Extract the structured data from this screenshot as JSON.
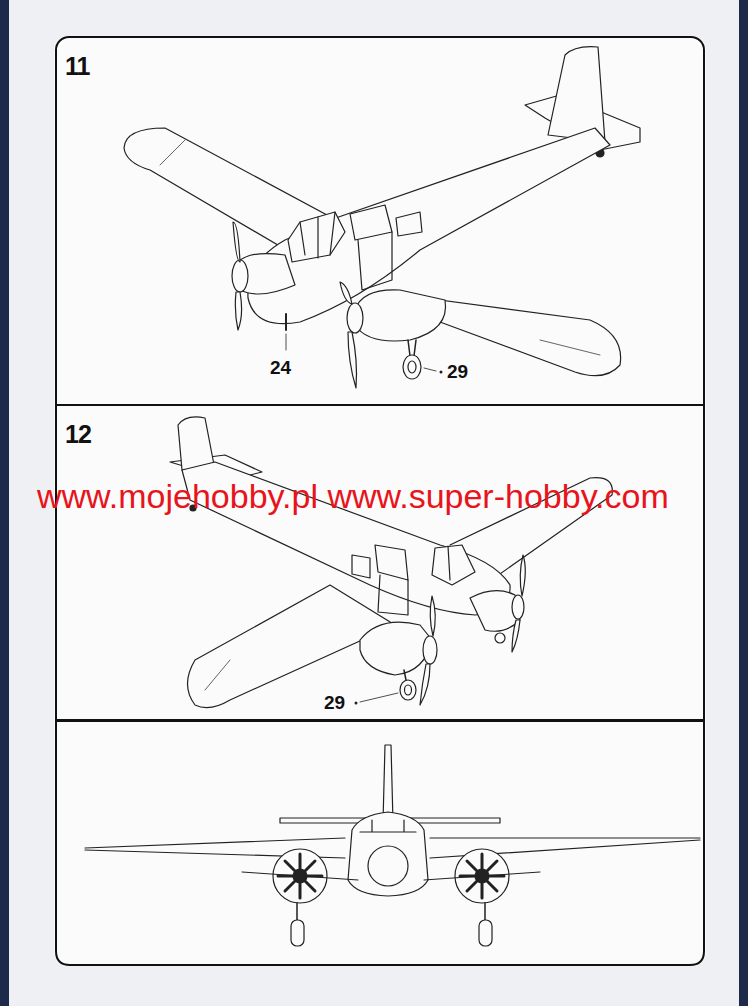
{
  "diagram": {
    "nodes": [
      {
        "text": [
          "11"
        ]
      },
      {
        "text": [
          "12"
        ]
      }
    ],
    "labels": [
      "24",
      "29",
      "29",
      "www.mojehobby.pl www.super-hobby.com"
    ]
  }
}
